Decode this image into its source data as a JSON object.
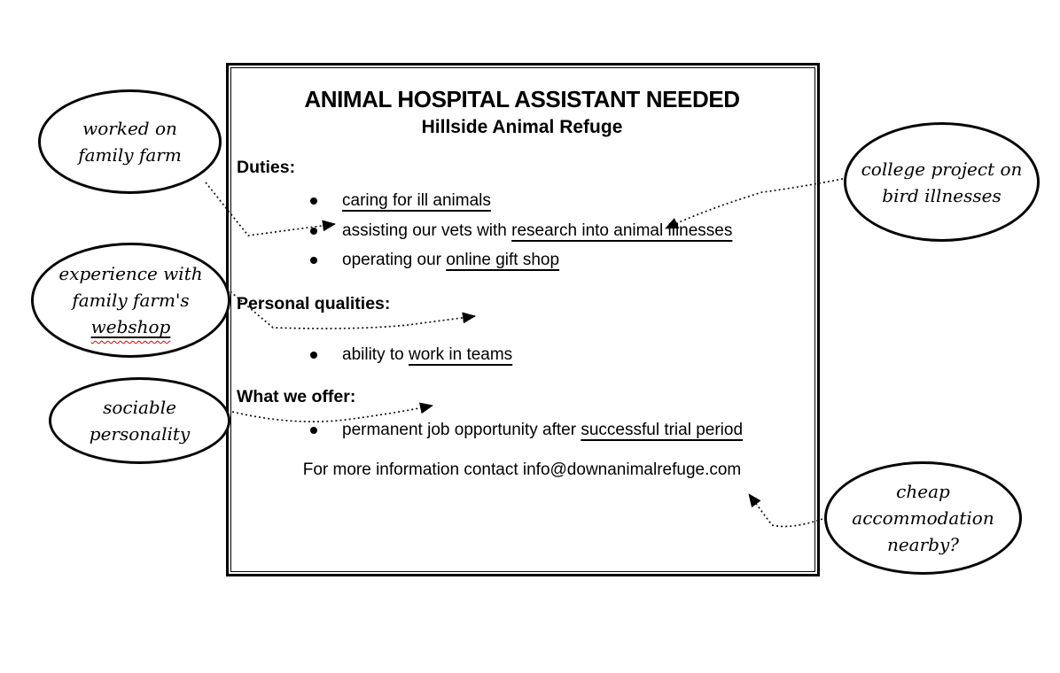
{
  "colors": {
    "ink": "#000000",
    "spellcheck_squiggle": "#e00000"
  },
  "document": {
    "title": "ANIMAL HOSPITAL ASSISTANT NEEDED",
    "subtitle": "Hillside Animal Refuge",
    "duties": {
      "heading": "Duties:",
      "b1": {
        "underlined": "caring for ill animals"
      },
      "b2": {
        "plain": "assisting our vets with ",
        "underlined": "research into animal illnesses"
      },
      "b3": {
        "plain": "operating our ",
        "underlined": "online gift shop"
      }
    },
    "personal_qualities": {
      "heading": "Personal qualities:",
      "b1": {
        "plain": "ability to ",
        "underlined": "work in teams"
      }
    },
    "offer": {
      "heading": "What we offer:",
      "b1": {
        "plain": "permanent job opportunity after ",
        "underlined": "successful trial period"
      }
    },
    "footer": "For more information contact info@downanimalrefuge.com"
  },
  "notes": {
    "farm": {
      "text": "worked on\nfamily farm"
    },
    "webshop": {
      "plain": "experience with\nfamily farm's\n",
      "underlined": "webshop"
    },
    "sociable": {
      "text": "sociable\npersonality"
    },
    "college": {
      "text": "college project on\nbird illnesses"
    },
    "accommodation": {
      "text": "cheap\naccommodation\nnearby?"
    }
  },
  "connections": [
    {
      "from": "worked on family farm",
      "to": "caring for ill animals"
    },
    {
      "from": "college project on bird illnesses",
      "to": "research into animal illnesses"
    },
    {
      "from": "experience with family farm's webshop",
      "to": "online gift shop"
    },
    {
      "from": "sociable personality",
      "to": "work in teams"
    },
    {
      "from": "cheap accommodation nearby?",
      "to": "successful trial period"
    }
  ]
}
